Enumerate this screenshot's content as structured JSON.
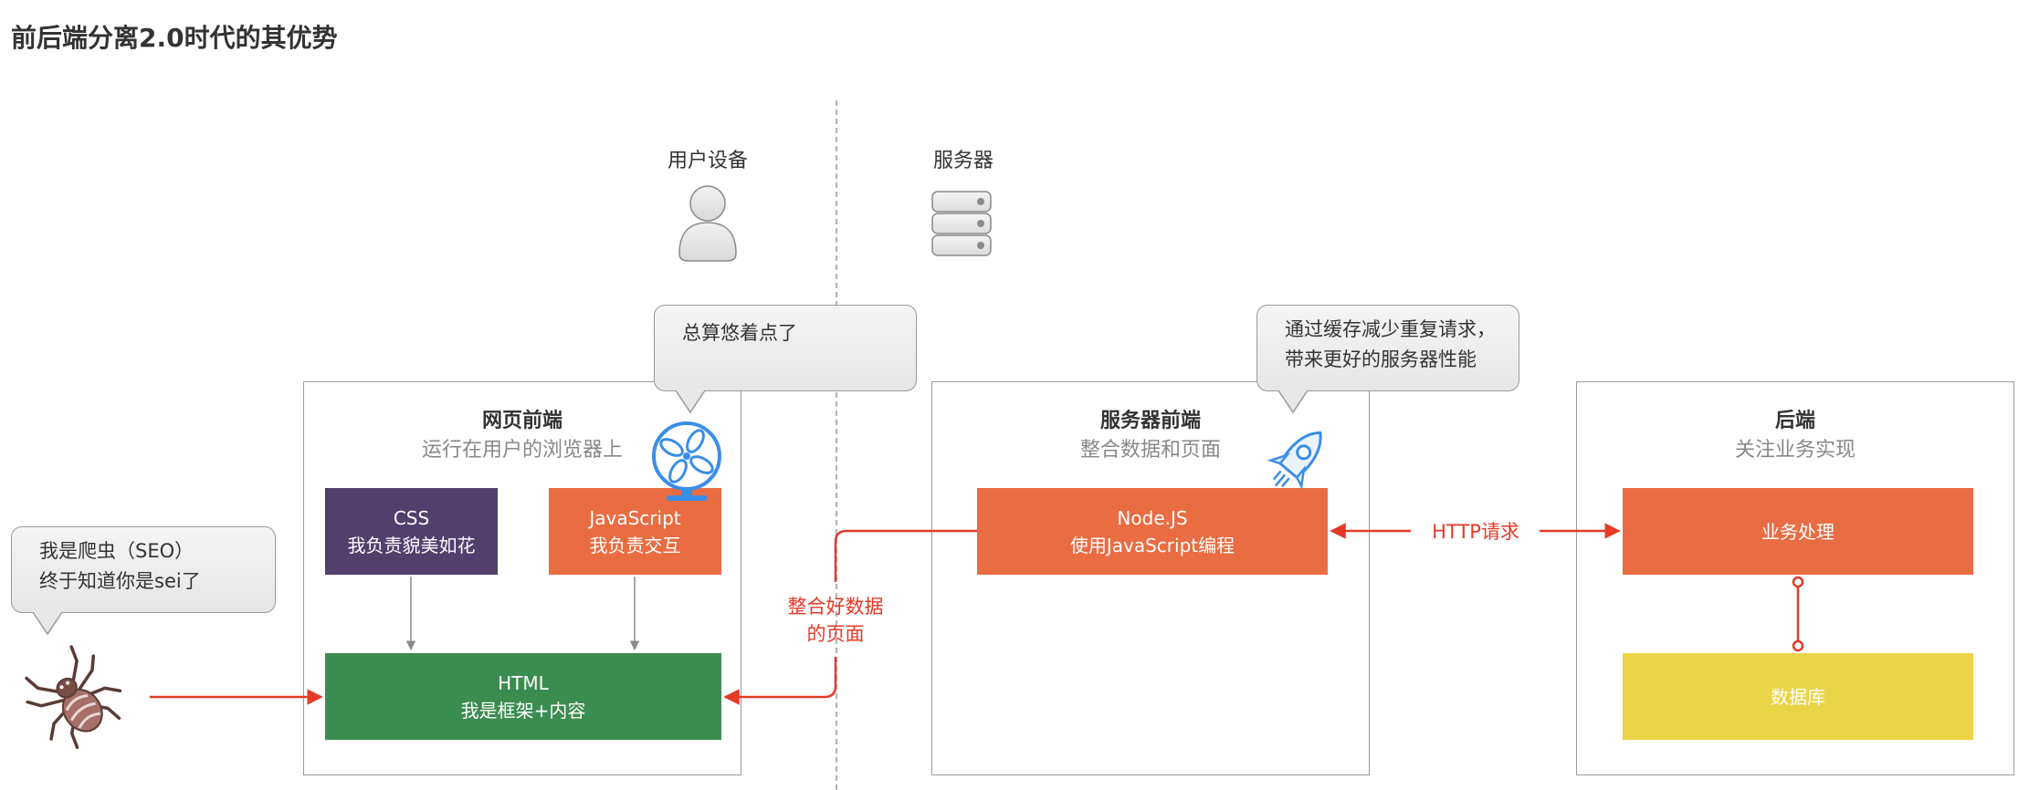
{
  "title": "前后端分离2.0时代的其优势",
  "devices": {
    "user": "用户设备",
    "server": "服务器"
  },
  "panels": {
    "web": {
      "title": "网页前端",
      "subtitle": "运行在用户的浏览器上"
    },
    "server": {
      "title": "服务器前端",
      "subtitle": "整合数据和页面"
    },
    "backend": {
      "title": "后端",
      "subtitle": "关注业务实现"
    }
  },
  "blocks": {
    "css": {
      "line1": "CSS",
      "line2": "我负责貌美如花",
      "color": "#523f6d"
    },
    "js": {
      "line1": "JavaScript",
      "line2": "我负责交互",
      "color": "#e96c42"
    },
    "html": {
      "line1": "HTML",
      "line2": "我是框架+内容",
      "color": "#3a8c4f"
    },
    "node": {
      "line1": "Node.JS",
      "line2": "使用JavaScript编程",
      "color": "#e96c42"
    },
    "biz": {
      "line1": "业务处理",
      "color": "#e96c42"
    },
    "db": {
      "line1": "数据库",
      "color": "#ebd447"
    }
  },
  "bubbles": {
    "web": {
      "line1": "总算悠着点了"
    },
    "server": {
      "line1": "通过缓存减少重复请求，",
      "line2": "带来更好的服务器性能"
    },
    "crawler": {
      "line1": "我是爬虫（SEO）",
      "line2": "终于知道你是sei了"
    }
  },
  "labels": {
    "http": "HTTP请求",
    "integrated_line1": "整合好数据",
    "integrated_line2": "的页面"
  },
  "colors": {
    "arrow_red": "#e53a28",
    "arrow_gray": "#8a8a8a",
    "icon_blue": "#3a8ee6"
  }
}
